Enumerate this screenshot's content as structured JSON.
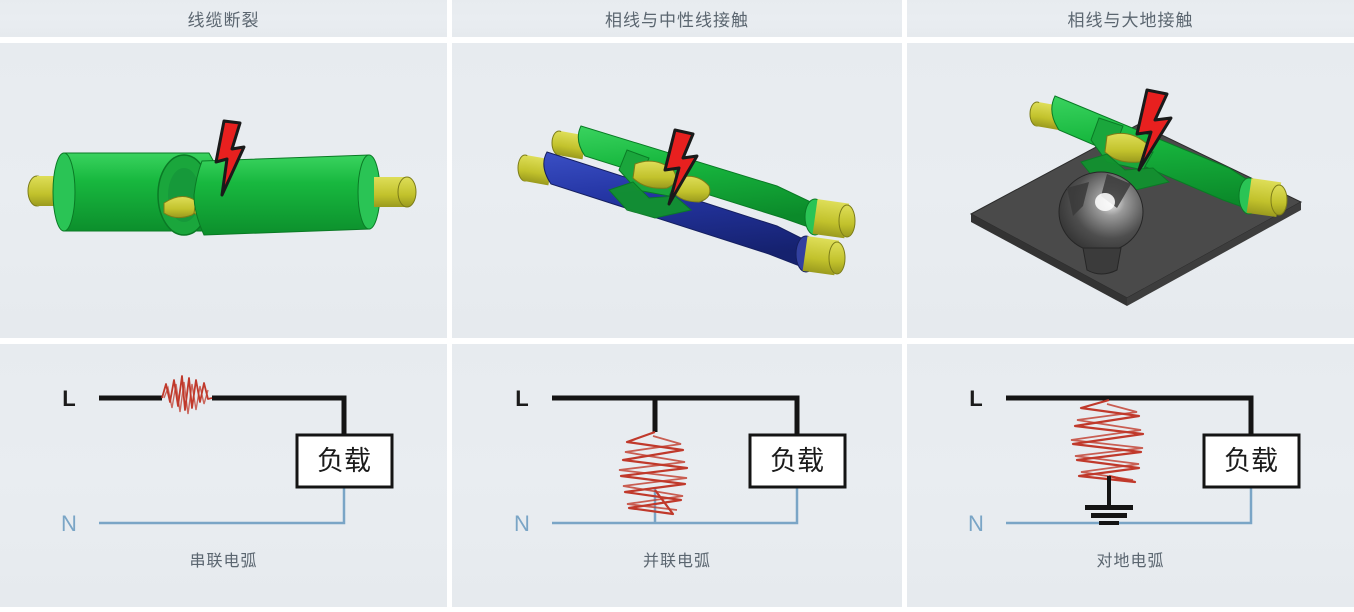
{
  "columns": [
    {
      "header": "线缆断裂",
      "caption": "串联电弧",
      "illustration": "single-green-cable-broken-with-arc",
      "circuit": {
        "line_label": "L",
        "neutral_label": "N",
        "load_label": "负载",
        "arc_type": "series-arc-inline-on-line-conductor",
        "has_ground": false
      }
    },
    {
      "header": "相线与中性线接触",
      "caption": "并联电弧",
      "illustration": "green-and-blue-cables-touching-with-arc",
      "circuit": {
        "line_label": "L",
        "neutral_label": "N",
        "load_label": "负载",
        "arc_type": "parallel-arc-between-line-and-neutral",
        "has_ground": false
      }
    },
    {
      "header": "相线与大地接触",
      "caption": "对地电弧",
      "illustration": "green-cable-on-grounded-plate-with-arc",
      "circuit": {
        "line_label": "L",
        "neutral_label": "N",
        "load_label": "负载",
        "arc_type": "ground-arc-from-line-to-earth",
        "has_ground": true
      }
    }
  ],
  "colors": {
    "panel_background": "#e7ebef",
    "divider": "#ffffff",
    "header_text": "#5b6670",
    "caption_text": "#5b6670",
    "line_conductor": "#1b1b1b",
    "neutral_conductor": "#7aa5c6",
    "arc": "#c0392b",
    "cable_green": "#22b14c",
    "cable_blue": "#2b3f9e",
    "cable_terminal_yellow": "#c8c832",
    "ground_plate": "#4a4a4a",
    "bolt_red": "#e8201f"
  }
}
